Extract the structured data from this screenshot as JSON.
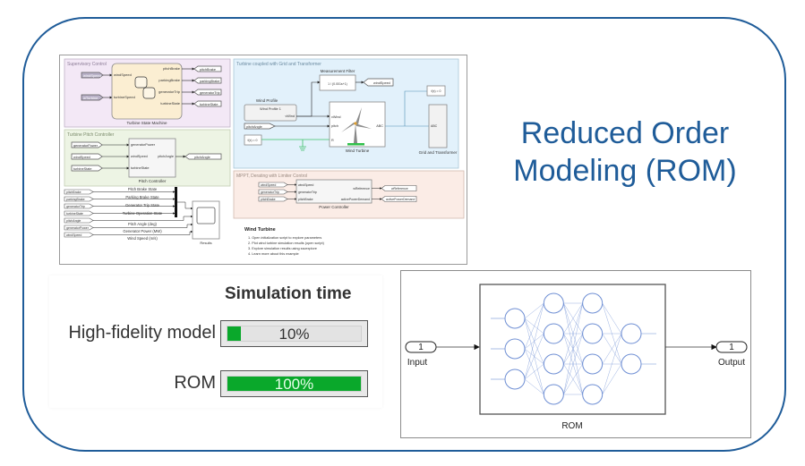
{
  "title": {
    "line1": "Reduced Order",
    "line2": "Modeling (ROM)",
    "color": "#1f5c99"
  },
  "model": {
    "supervisory": {
      "title": "Supervisory Control",
      "chart_label": "Turbine State Machine",
      "inputs": [
        "windSpeed",
        "wTurbine"
      ],
      "chart_ports_in": [
        "windSpeed",
        "turbineSpeed"
      ],
      "chart_ports_out": [
        "pitchBrake",
        "parkingBrake",
        "generatorTrip",
        "turbineState"
      ],
      "outputs": [
        "pitchBrake",
        "parkingBrake",
        "generatorTrip",
        "turbineState"
      ]
    },
    "pitch": {
      "title": "Turbine Pitch Controller",
      "block_label": "Pitch Controller",
      "inputs": [
        "generatorPower",
        "windSpeed",
        "turbineState"
      ],
      "block_ports_in": [
        "generatorPower",
        "windSpeed",
        "turbineState"
      ],
      "block_port_out": "pitchAngle",
      "output": "pitchAngle"
    },
    "grid": {
      "title": "Turbine coupled with Grid and Transformer",
      "filter_label": "Measurement Filter",
      "filter_expr": "1 / (0.001s+1)",
      "filter_out": "windSpeed",
      "wind_profile_title": "Wind Profile",
      "wind_profile_block": "Wind Profile 1",
      "wind_profile_port": "vWind",
      "pitch_in": "pitchAngle",
      "fx_label": "f(x) = 0",
      "turbine_ports": [
        "vWind",
        "pitch",
        "R"
      ],
      "turbine_port_out": "ABC",
      "turbine_label": "Wind Turbine",
      "grid_fx": "f(x) = 0",
      "grid_port": "ABC",
      "grid_label": "Grid and Transformer"
    },
    "scope": {
      "inputs": [
        "pitchBrake",
        "parkingBrake",
        "generatorTrip",
        "turbineState",
        "pitchAngle",
        "generatorPower",
        "windSpeed"
      ],
      "signals": [
        "Pitch Brake State",
        "Parking Brake State",
        "Generator Trip State",
        "Turbine Operation State",
        "Pitch Angle (deg)",
        "Generator Power (MW)",
        "Wind Speed (m/s)"
      ],
      "label": "Results"
    },
    "mppt": {
      "title": "MPPT, Derating with Limiter Control",
      "inputs": [
        "windSpeed",
        "generatorTrip",
        "pitchBrake"
      ],
      "block_ports_in": [
        "windSpeed",
        "generatorTrip",
        "pitchBrake"
      ],
      "block_ports_out": [
        "wReference",
        "activePowerDemand"
      ],
      "outputs": [
        "wReference",
        "activePowerDemand"
      ],
      "block_label": "Power Controller"
    },
    "notes": {
      "title": "Wind Turbine",
      "items": [
        "1. Open initialization script to explore parameters",
        "2. Plot wind turbine simulation results (open script)",
        "3. Explore simulation results using sscexplore",
        "4. Learn more about this example"
      ]
    }
  },
  "simulation": {
    "title": "Simulation time",
    "rows": [
      {
        "label": "High-fidelity model",
        "value_text": "10%",
        "fraction": 0.1
      },
      {
        "label": "ROM",
        "value_text": "100%",
        "fraction": 1.0
      }
    ],
    "bar_color": "#0aa82b"
  },
  "rom_diagram": {
    "input_port_number": "1",
    "input_label": "Input",
    "output_port_number": "1",
    "output_label": "Output",
    "subsystem_label": "ROM",
    "network_layers": [
      3,
      4,
      4,
      2
    ],
    "network_color": "#6f8fd4"
  }
}
